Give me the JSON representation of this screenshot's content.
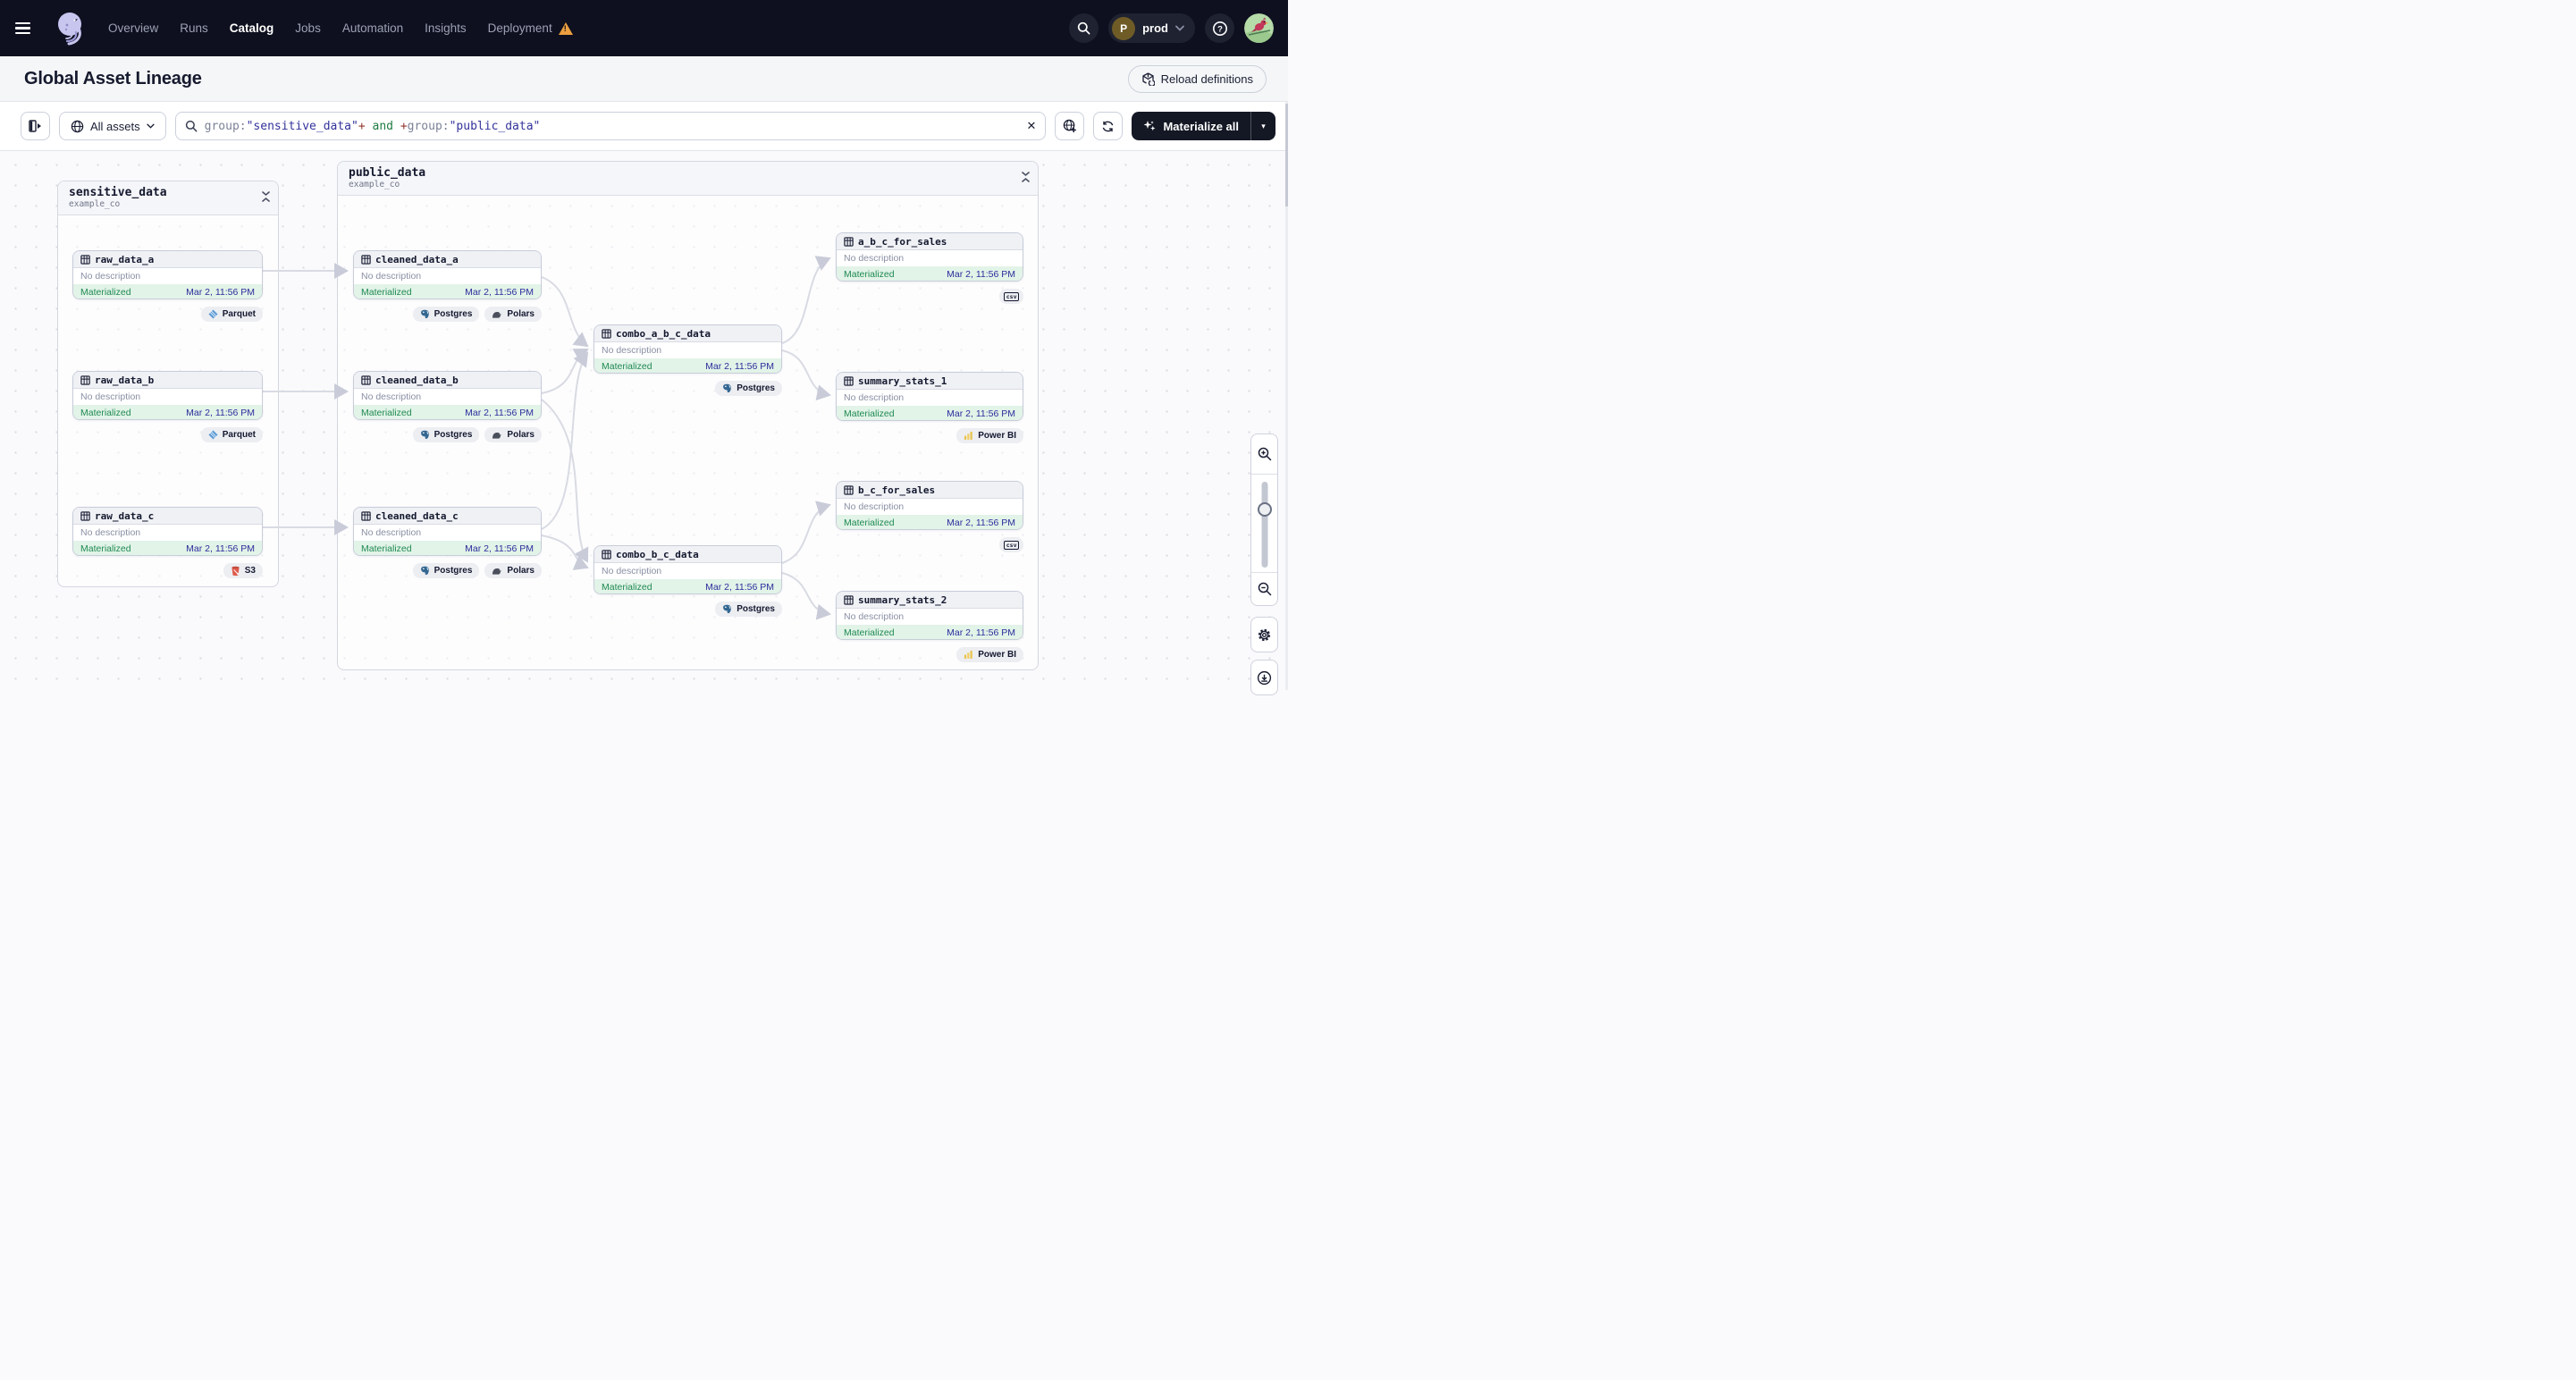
{
  "nav": {
    "items": [
      {
        "label": "Overview"
      },
      {
        "label": "Runs"
      },
      {
        "label": "Catalog",
        "active": true
      },
      {
        "label": "Jobs"
      },
      {
        "label": "Automation"
      },
      {
        "label": "Insights"
      },
      {
        "label": "Deployment",
        "warning": true
      }
    ],
    "environment": {
      "abbr": "P",
      "name": "prod"
    }
  },
  "page": {
    "title": "Global Asset Lineage",
    "reload_label": "Reload definitions"
  },
  "toolbar": {
    "scope_label": "All assets",
    "materialize_label": "Materialize all",
    "query": {
      "key1": "group:",
      "str1": "\"sensitive_data\"",
      "plus1": "+",
      "op": " and ",
      "plus2": "+",
      "key2": "group:",
      "str2": "\"public_data\""
    }
  },
  "groups": {
    "sensitive": {
      "title": "sensitive_data",
      "subtitle": "example_co"
    },
    "public": {
      "title": "public_data",
      "subtitle": "example_co"
    }
  },
  "card": {
    "description": "No description",
    "status": "Materialized",
    "timestamp": "Mar 2, 11:56 PM"
  },
  "assets": {
    "raw_data_a": {
      "name": "raw_data_a",
      "kinds": [
        "Parquet"
      ]
    },
    "raw_data_b": {
      "name": "raw_data_b",
      "kinds": [
        "Parquet"
      ]
    },
    "raw_data_c": {
      "name": "raw_data_c",
      "kinds": [
        "S3"
      ]
    },
    "cleaned_data_a": {
      "name": "cleaned_data_a",
      "kinds": [
        "Postgres",
        "Polars"
      ]
    },
    "cleaned_data_b": {
      "name": "cleaned_data_b",
      "kinds": [
        "Postgres",
        "Polars"
      ]
    },
    "cleaned_data_c": {
      "name": "cleaned_data_c",
      "kinds": [
        "Postgres",
        "Polars"
      ]
    },
    "combo_a_b_c_data": {
      "name": "combo_a_b_c_data",
      "kinds": [
        "Postgres"
      ]
    },
    "combo_b_c_data": {
      "name": "combo_b_c_data",
      "kinds": [
        "Postgres"
      ]
    },
    "a_b_c_for_sales": {
      "name": "a_b_c_for_sales",
      "kinds": [
        "csv"
      ]
    },
    "summary_stats_1": {
      "name": "summary_stats_1",
      "kinds": [
        "Power BI"
      ]
    },
    "b_c_for_sales": {
      "name": "b_c_for_sales",
      "kinds": [
        "csv"
      ]
    },
    "summary_stats_2": {
      "name": "summary_stats_2",
      "kinds": [
        "Power BI"
      ]
    }
  },
  "badges": {
    "parquet": "Parquet",
    "postgres": "Postgres",
    "polars": "Polars",
    "s3": "S3",
    "powerbi": "Power BI",
    "csv": "csv"
  },
  "icons": {
    "close": "✕",
    "caret_down": "▾",
    "question": "?"
  },
  "colors": {
    "nav_bg": "#0E101F",
    "accent_dark": "#141824",
    "warning": "#EB9F3F",
    "status_green": "#1F8A52",
    "timestamp_blue": "#2B2E9C",
    "query_string": "#32329B",
    "query_operator_green": "#1E7B42",
    "query_plus_red": "#93362D",
    "edge_gray": "#D9DBE3",
    "logo_lavender": "#C8C5EF"
  }
}
